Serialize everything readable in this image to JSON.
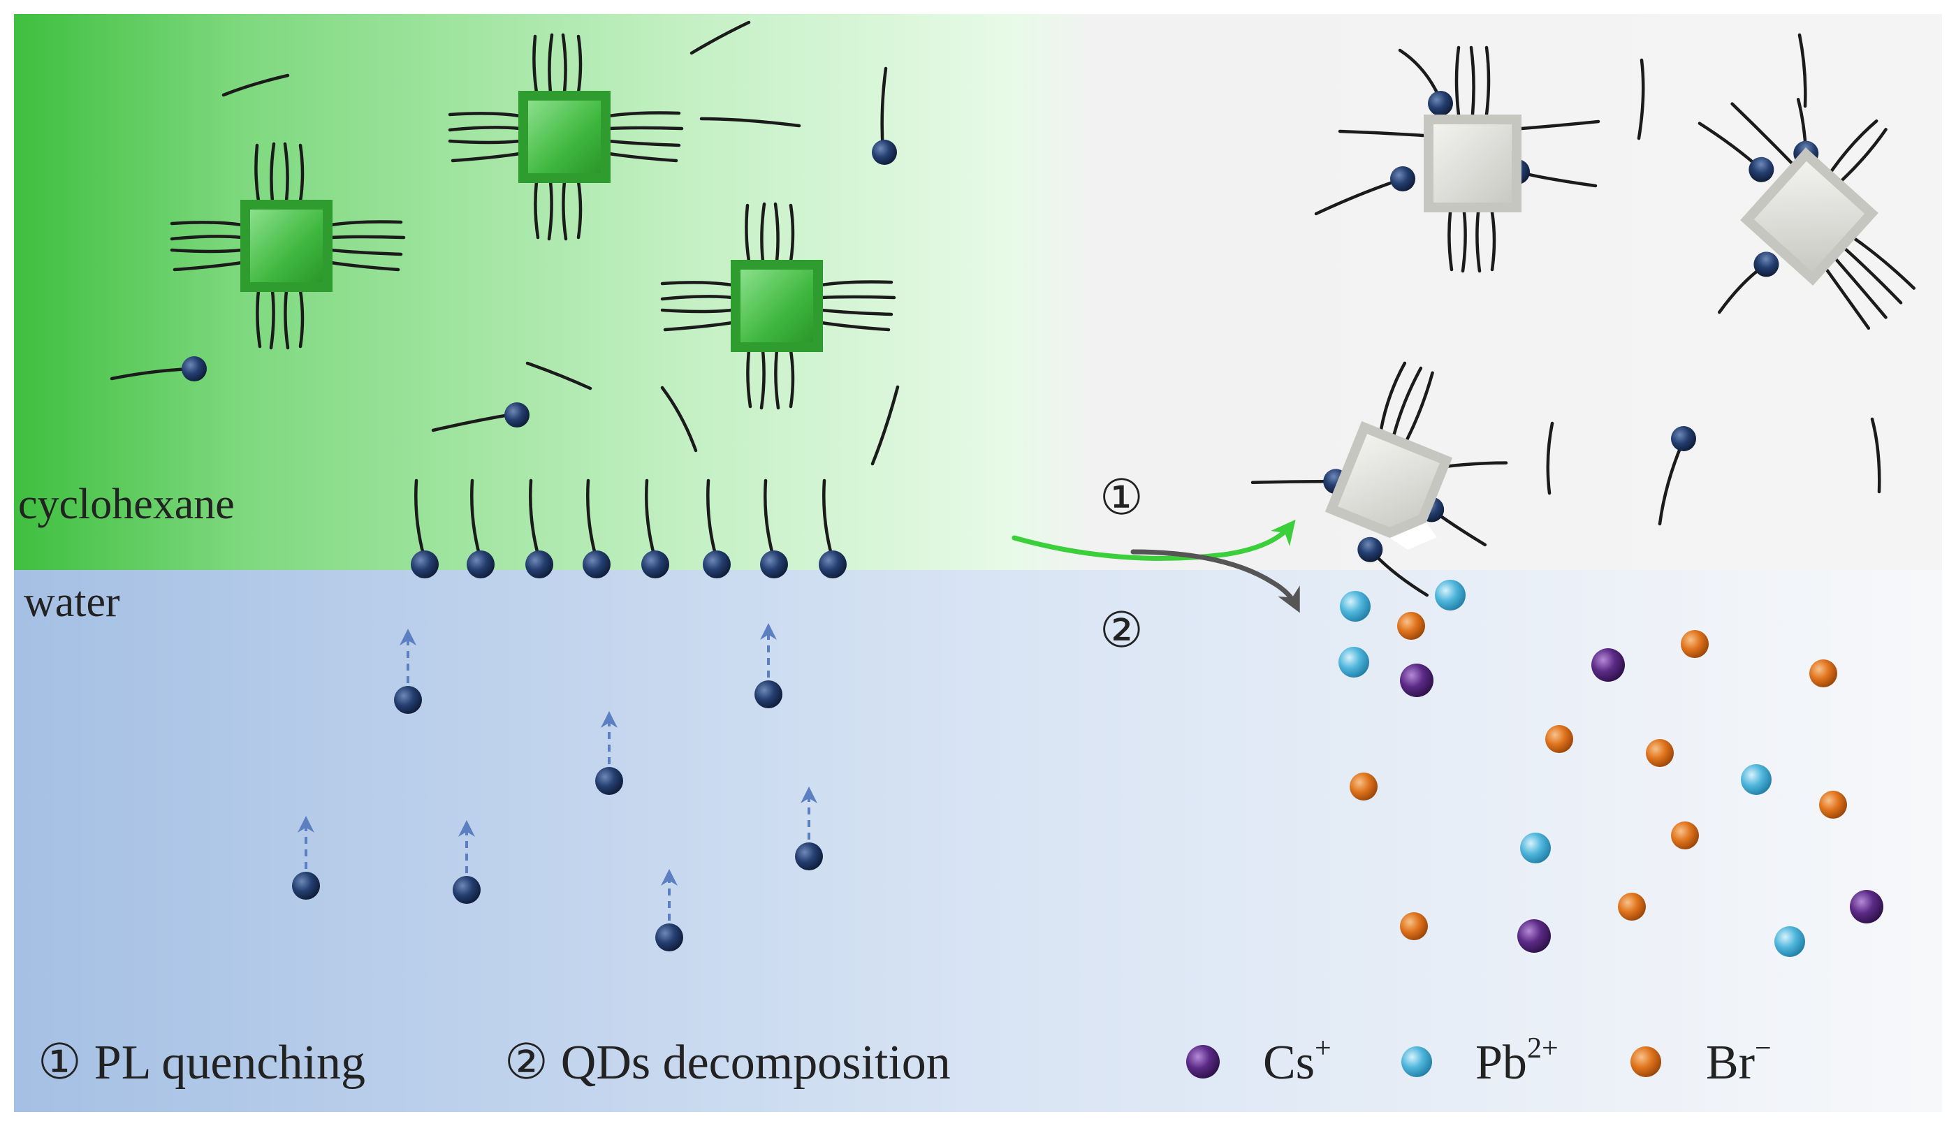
{
  "phases": {
    "organic": "cyclohexane",
    "aqueous": "water"
  },
  "pathways": [
    {
      "marker": "①",
      "label": "PL quenching",
      "arrow_color": "#3ccf3c"
    },
    {
      "marker": "②",
      "label": "QDs decomposition",
      "arrow_color": "#555555"
    }
  ],
  "ions": [
    {
      "label": "Cs",
      "charge": "+",
      "color": "#5b2a86"
    },
    {
      "label": "Pb",
      "charge": "2+",
      "color": "#4fb6dc"
    },
    {
      "label": "Br",
      "charge": "−",
      "color": "#e0741d"
    }
  ],
  "colors": {
    "organic_phase": "#42c442",
    "aqueous_phase": "#9fbde3",
    "intact_qd": "#4fc34f",
    "quenched_qd": "#dcdcd8",
    "surfactant_head": "#1e3460"
  }
}
